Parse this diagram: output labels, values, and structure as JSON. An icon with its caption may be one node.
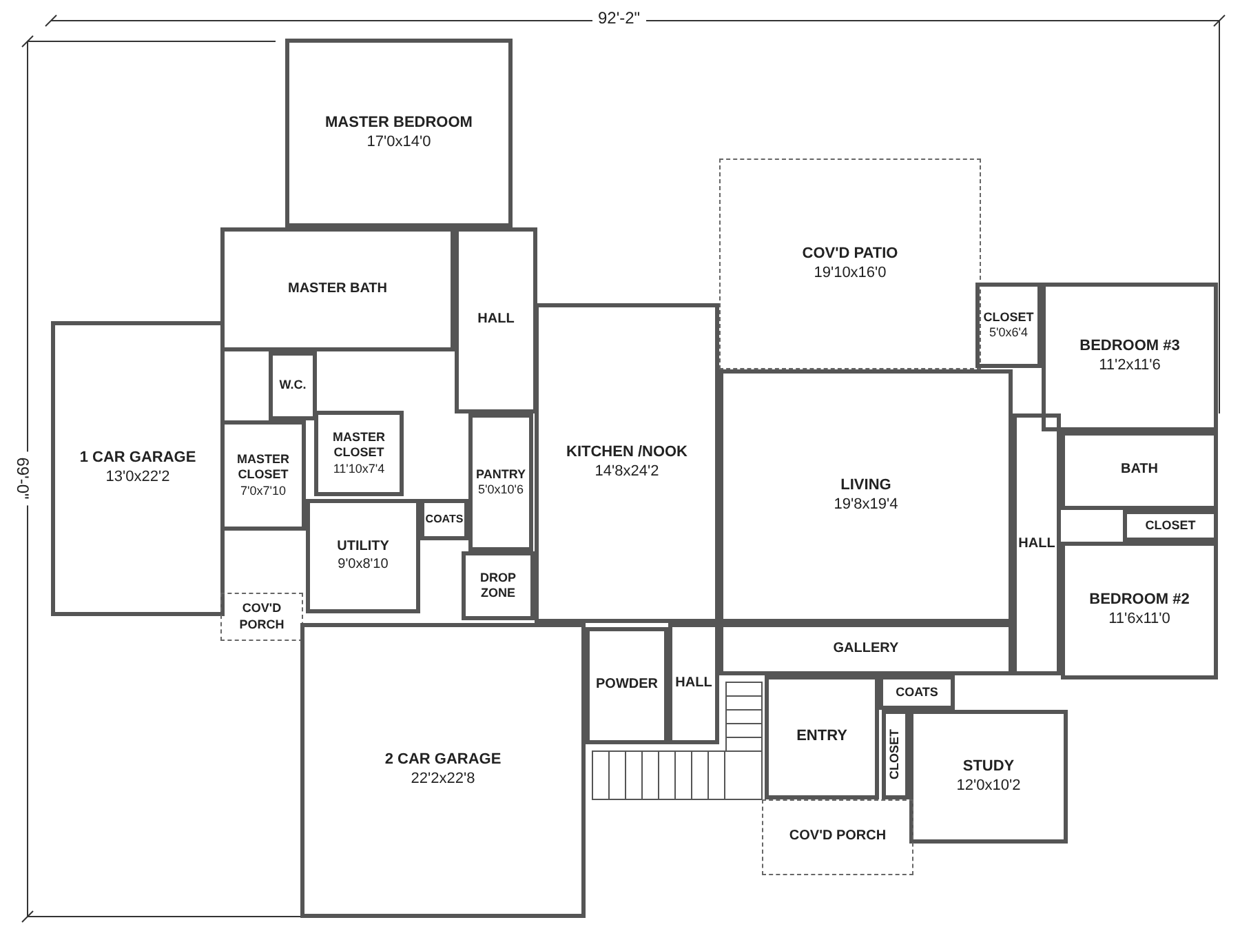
{
  "diagram": {
    "nodes": [
      {
        "text": [
          "MASTER BEDROOM",
          "17'0x14'0"
        ]
      },
      {
        "text": [
          "MASTER BATH"
        ]
      },
      {
        "text": [
          "W.C."
        ]
      },
      {
        "text": [
          "MASTER CLOSET",
          "7'0x7'10"
        ]
      },
      {
        "text": [
          "MASTER CLOSET",
          "11'10x7'4"
        ]
      },
      {
        "text": [
          "HALL"
        ]
      },
      {
        "text": [
          "1 CAR GARAGE",
          "13'0x22'2"
        ]
      },
      {
        "text": [
          "PANTRY",
          "5'0x10'6"
        ]
      },
      {
        "text": [
          "UTILITY",
          "9'0x8'10"
        ]
      },
      {
        "text": [
          "COATS"
        ]
      },
      {
        "text": [
          "DROP ZONE"
        ]
      },
      {
        "text": [
          "COV'D PORCH"
        ]
      },
      {
        "text": [
          "KITCHEN /NOOK",
          "14'8x24'2"
        ]
      },
      {
        "text": [
          "COV'D PATIO",
          "19'10x16'0"
        ]
      },
      {
        "text": [
          "CLOSET",
          "5'0x6'4"
        ]
      },
      {
        "text": [
          "BEDROOM #3",
          "11'2x11'6"
        ]
      },
      {
        "text": [
          "LIVING",
          "19'8x19'4"
        ]
      },
      {
        "text": [
          "BATH"
        ]
      },
      {
        "text": [
          "CLOSET"
        ]
      },
      {
        "text": [
          "HALL"
        ]
      },
      {
        "text": [
          "BEDROOM #2",
          "11'6x11'0"
        ]
      },
      {
        "text": [
          "2 CAR GARAGE",
          "22'2x22'8"
        ]
      },
      {
        "text": [
          "GALLERY"
        ]
      },
      {
        "text": [
          "POWDER"
        ]
      },
      {
        "text": [
          "HALL"
        ]
      },
      {
        "text": [
          "ENTRY"
        ]
      },
      {
        "text": [
          "COATS"
        ]
      },
      {
        "text": [
          "CLOSET"
        ]
      },
      {
        "text": [
          "STUDY",
          "12'0x10'2"
        ]
      },
      {
        "text": [
          "COV'D PORCH"
        ]
      }
    ],
    "labels": [
      "92'-2\"",
      "69'-0\""
    ]
  }
}
